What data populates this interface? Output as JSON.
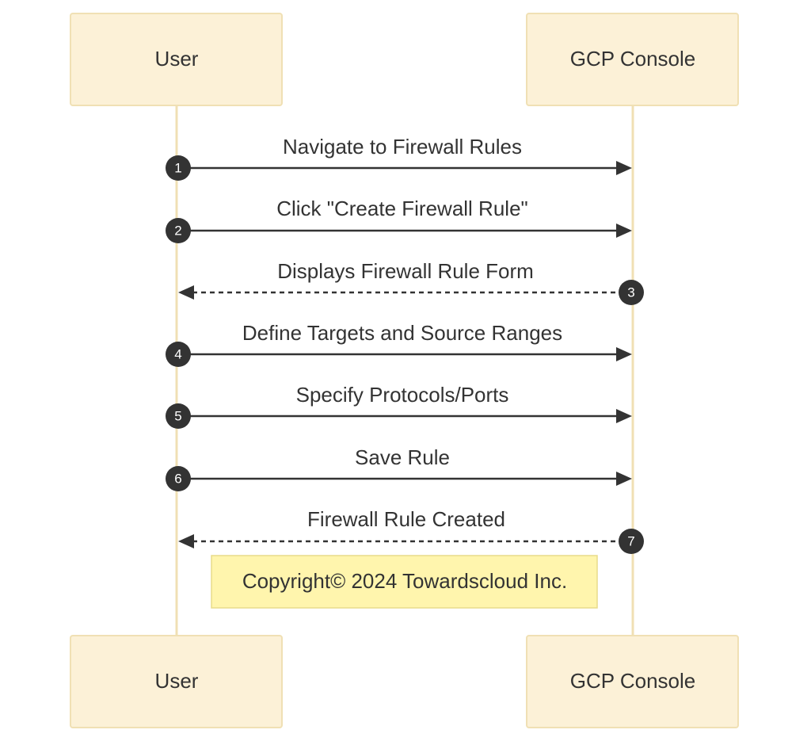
{
  "participants": {
    "user": {
      "label": "User"
    },
    "console": {
      "label": "GCP Console"
    }
  },
  "messages": [
    {
      "number": "1",
      "label": "Navigate to Firewall Rules",
      "from": "user",
      "to": "console",
      "style": "solid"
    },
    {
      "number": "2",
      "label": "Click \"Create Firewall Rule\"",
      "from": "user",
      "to": "console",
      "style": "solid"
    },
    {
      "number": "3",
      "label": "Displays Firewall Rule Form",
      "from": "console",
      "to": "user",
      "style": "dashed"
    },
    {
      "number": "4",
      "label": "Define Targets and Source Ranges",
      "from": "user",
      "to": "console",
      "style": "solid"
    },
    {
      "number": "5",
      "label": "Specify Protocols/Ports",
      "from": "user",
      "to": "console",
      "style": "solid"
    },
    {
      "number": "6",
      "label": "Save Rule",
      "from": "user",
      "to": "console",
      "style": "solid"
    },
    {
      "number": "7",
      "label": "Firewall Rule Created",
      "from": "console",
      "to": "user",
      "style": "dashed"
    }
  ],
  "note": {
    "label": "Copyright© 2024 Towardscloud Inc."
  },
  "colors": {
    "actor_fill": "#fcf1d7",
    "actor_border": "#f0e0b4",
    "line": "#333333",
    "note_fill": "#fff5ad"
  }
}
